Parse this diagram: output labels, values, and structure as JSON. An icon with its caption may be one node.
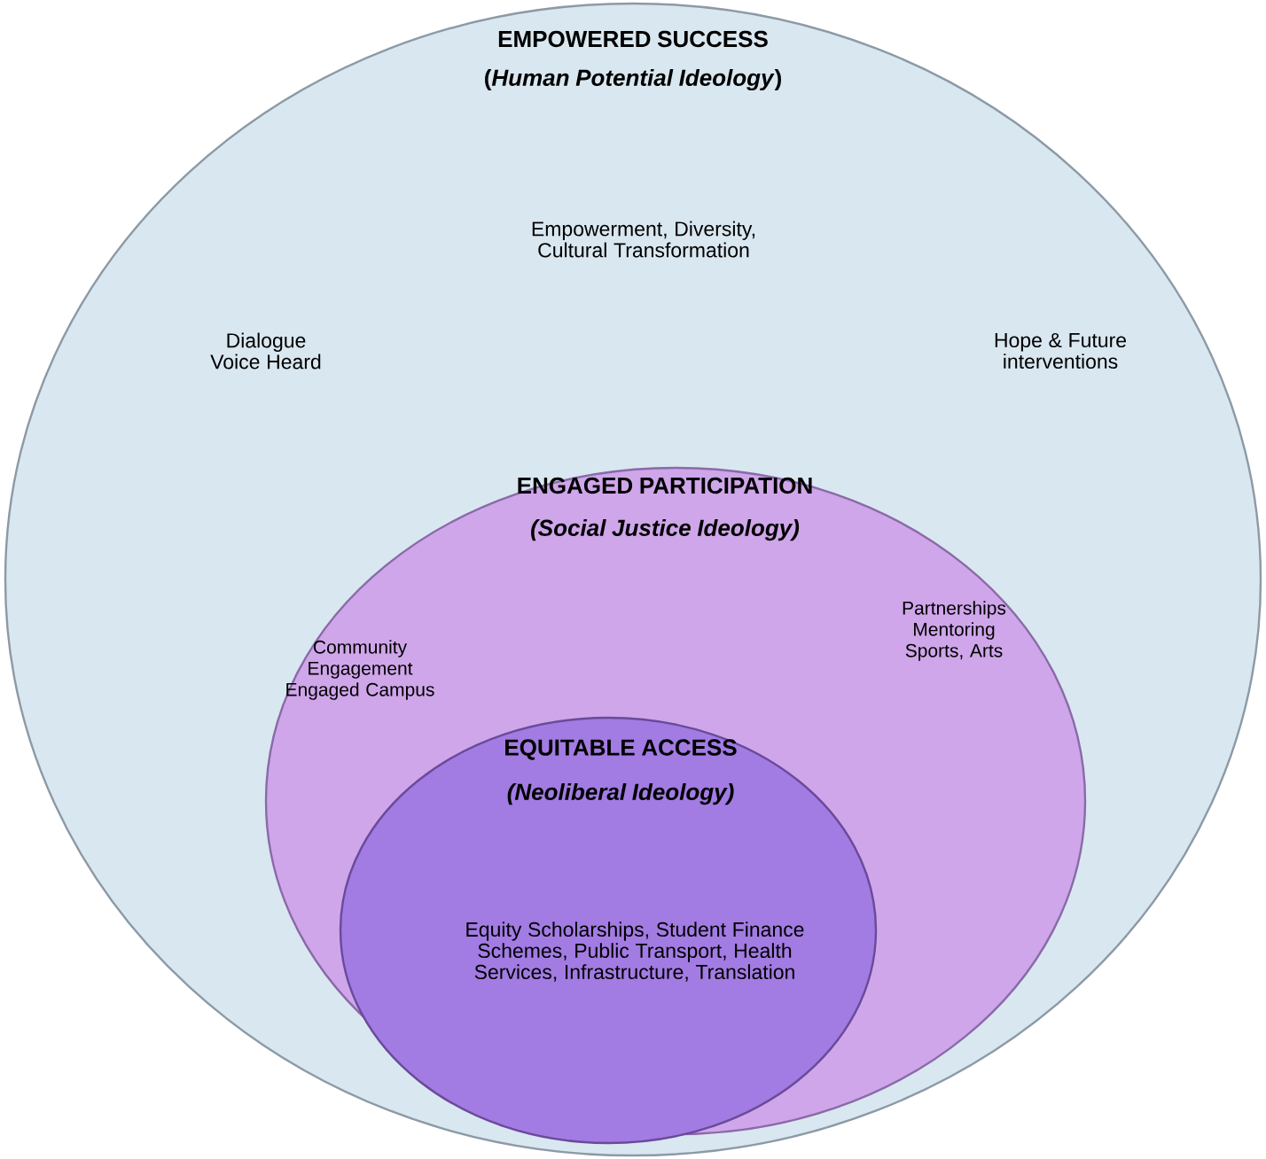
{
  "diagram": {
    "nodes": [
      {
        "text": [
          "EMPOWERED SUCCESS",
          "(*Human Potential Ideology*)",
          "Empowerment, Diversity, Cultural Transformation",
          "Dialogue Voice Heard",
          "Hope & Future interventions"
        ]
      },
      {
        "text": [
          "ENGAGED PARTICIPATION",
          "(Social Justice Ideology)",
          "Community Engagement Engaged Campus",
          "Partnerships Mentoring Sports, Arts"
        ],
        "in": 0
      },
      {
        "text": [
          "EQUITABLE ACCESS",
          "(Neoliberal Ideology)",
          "Equity Scholarships, Student Finance Schemes, Public Transport, Health Services, Infrastructure, Translation"
        ],
        "in": 1
      }
    ]
  }
}
